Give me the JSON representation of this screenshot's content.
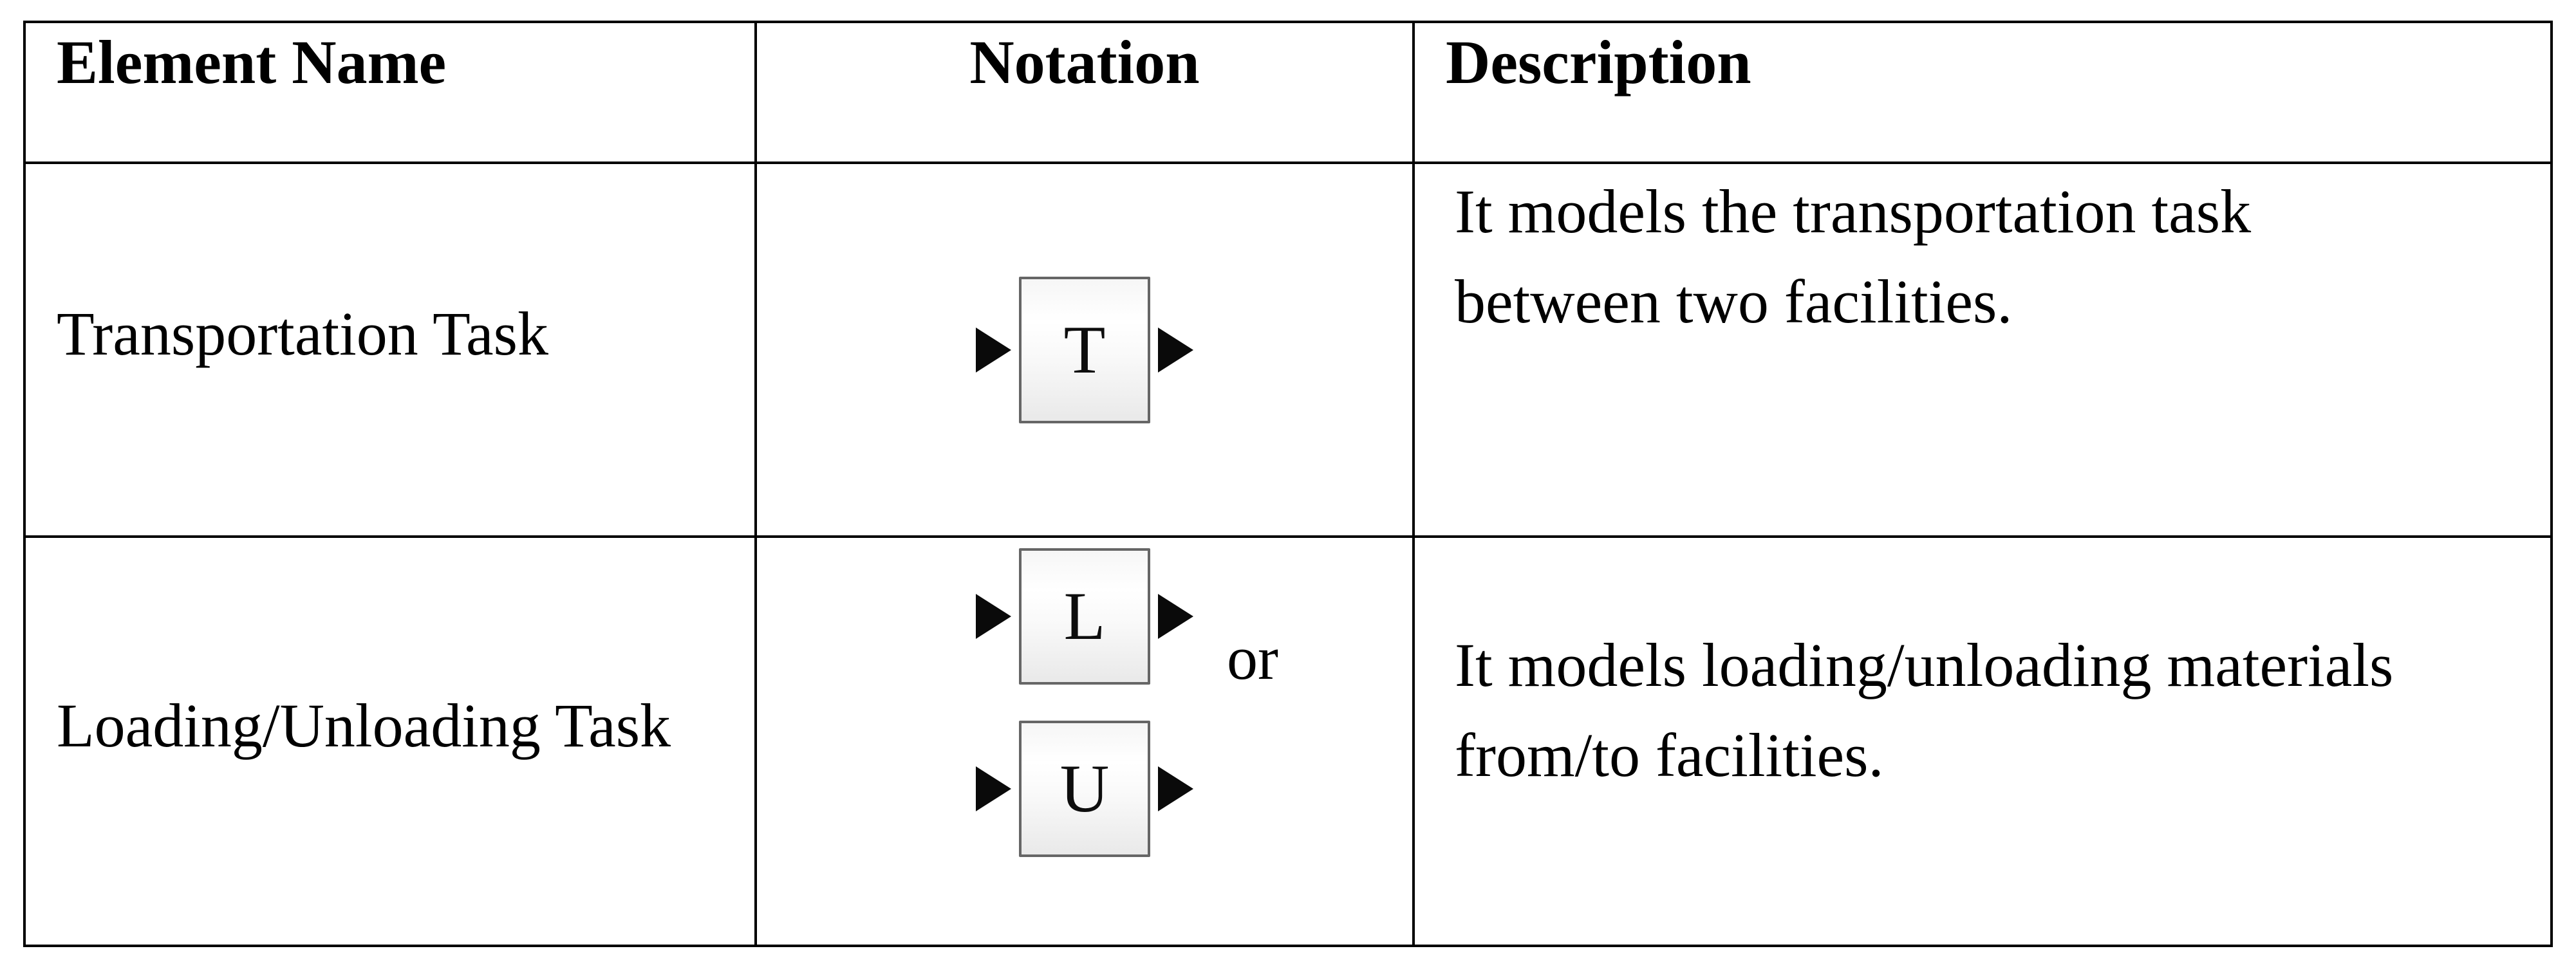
{
  "table": {
    "border_color": "#000000",
    "headers": {
      "element_name": "Element Name",
      "notation": "Notation",
      "description": "Description"
    },
    "rows": [
      {
        "name": "Transportation Task",
        "notation": {
          "blocks": [
            "T"
          ]
        },
        "description_lines": [
          "It models the transportation task",
          "between two facilities."
        ]
      },
      {
        "name": "Loading/Unloading Task",
        "notation": {
          "blocks": [
            "L",
            "U"
          ],
          "joiner": "or"
        },
        "description_lines": [
          "It models loading/unloading materials",
          "from/to facilities."
        ]
      }
    ],
    "block_style": {
      "border_color": "#666666",
      "fill_top": "#f6f6f6",
      "fill_bottom": "#e9e9e9",
      "port_color": "#0a0a0a"
    }
  }
}
